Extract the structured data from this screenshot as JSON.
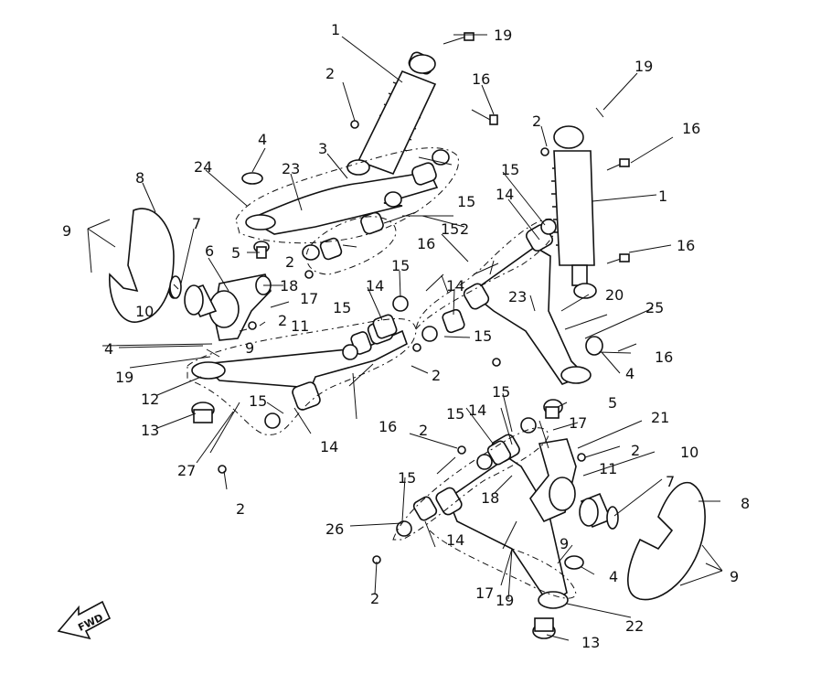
{
  "fwd_label": "FWD",
  "callouts": [
    "1",
    "2",
    "3",
    "4",
    "5",
    "6",
    "7",
    "8",
    "9",
    "10",
    "11",
    "12",
    "13",
    "14",
    "15",
    "16",
    "17",
    "18",
    "19",
    "20",
    "21",
    "22",
    "23",
    "24",
    "25",
    "26",
    "27"
  ]
}
